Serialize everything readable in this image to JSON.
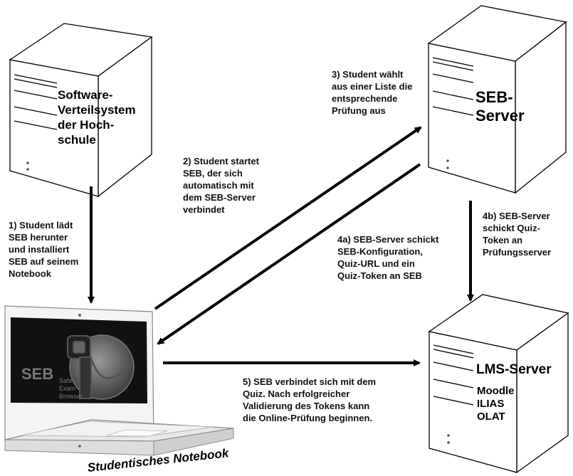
{
  "servers": {
    "software": {
      "title": "Software-\nVerteilsystem\nder Hoch-\nschule"
    },
    "seb": {
      "title": "SEB-\nServer"
    },
    "lms": {
      "title": "LMS-Server",
      "systems": "Moodle\nILIAS\nOLAT"
    }
  },
  "notebook": {
    "caption": "Studentisches Notebook",
    "screen_brand": "SEB",
    "screen_subtitle": "Safe\nExam\nBrowser"
  },
  "steps": {
    "s1": "1) Student lädt\nSEB herunter\nund installiert\nSEB auf seinem\nNotebook",
    "s2": "2) Student startet\nSEB, der sich\nautomatisch mit\ndem SEB-Server\nverbindet",
    "s3": "3) Student wählt\naus einer Liste die\nentsprechende\nPrüfung aus",
    "s4a": "4a) SEB-Server schickt\nSEB-Konfiguration,\nQuiz-URL und ein\nQuiz-Token an SEB",
    "s4b": "4b) SEB-Server\nschickt Quiz-\nToken an\nPrüfungsserver",
    "s5": "5) SEB verbindet sich mit dem\nQuiz. Nach erfolgreicher\nValidierung des Tokens kann\ndie Online-Prüfung beginnen."
  },
  "colors": {
    "line": "#000000",
    "screen": "#111111",
    "tower_fill": "#ffffff"
  }
}
